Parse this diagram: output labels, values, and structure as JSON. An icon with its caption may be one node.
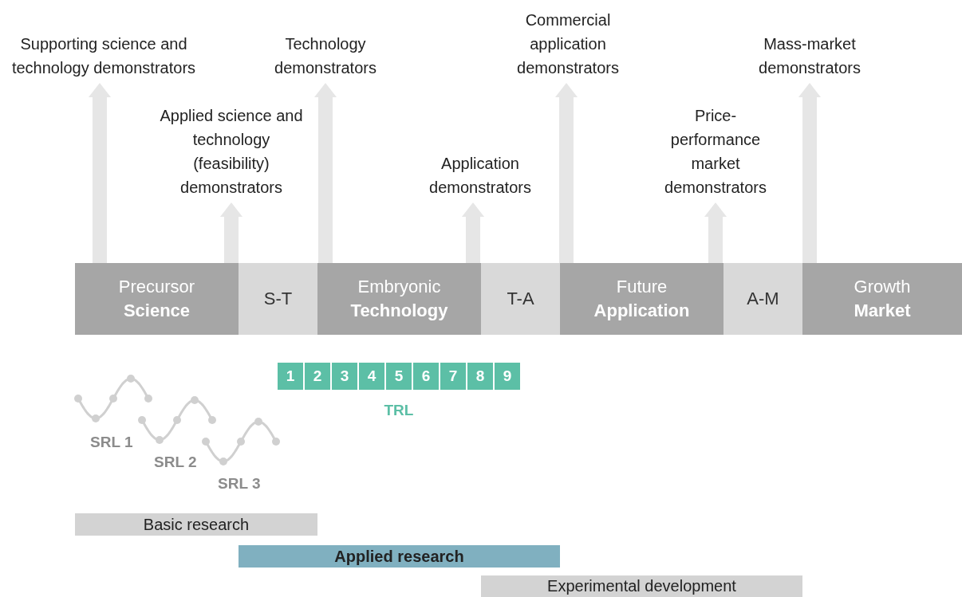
{
  "diagram": {
    "nodes": [
      {
        "text": [
          "Precursor",
          "Science"
        ]
      },
      {
        "text": [
          "S-T"
        ]
      },
      {
        "text": [
          "Embryonic",
          "Technology"
        ]
      },
      {
        "text": [
          "T-A"
        ]
      },
      {
        "text": [
          "Future",
          "Application"
        ]
      },
      {
        "text": [
          "A-M"
        ]
      },
      {
        "text": [
          "Growth",
          "Market"
        ]
      },
      {
        "text": [
          "Supporting science and technology demonstrators"
        ]
      },
      {
        "text": [
          "Applied science and technology (feasibility) demonstrators"
        ]
      },
      {
        "text": [
          "Technology demonstrators"
        ]
      },
      {
        "text": [
          "Application demonstrators"
        ]
      },
      {
        "text": [
          "Commercial application demonstrators"
        ]
      },
      {
        "text": [
          "Price-performance market demonstrators"
        ]
      },
      {
        "text": [
          "Mass-market demonstrators"
        ]
      },
      {
        "text": [
          "1"
        ]
      },
      {
        "text": [
          "2"
        ]
      },
      {
        "text": [
          "3"
        ]
      },
      {
        "text": [
          "4"
        ]
      },
      {
        "text": [
          "5"
        ]
      },
      {
        "text": [
          "6"
        ]
      },
      {
        "text": [
          "7"
        ]
      },
      {
        "text": [
          "8"
        ]
      },
      {
        "text": [
          "9"
        ]
      },
      {
        "text": [
          "Basic research"
        ]
      },
      {
        "text": [
          "Applied research"
        ]
      },
      {
        "text": [
          "Experimental development"
        ]
      }
    ],
    "edges": [
      {
        "from": 0,
        "to": 7,
        "arrow": "to"
      },
      {
        "from": 0,
        "to": 8,
        "arrow": "to"
      },
      {
        "from": 2,
        "to": 9,
        "arrow": "to"
      },
      {
        "from": 2,
        "to": 10,
        "arrow": "to"
      },
      {
        "from": 4,
        "to": 11,
        "arrow": "to"
      },
      {
        "from": 4,
        "to": 12,
        "arrow": "to"
      },
      {
        "from": 6,
        "to": 13,
        "arrow": "to"
      }
    ],
    "labels": [
      "TRL",
      "SRL 1",
      "SRL 2",
      "SRL 3"
    ]
  }
}
